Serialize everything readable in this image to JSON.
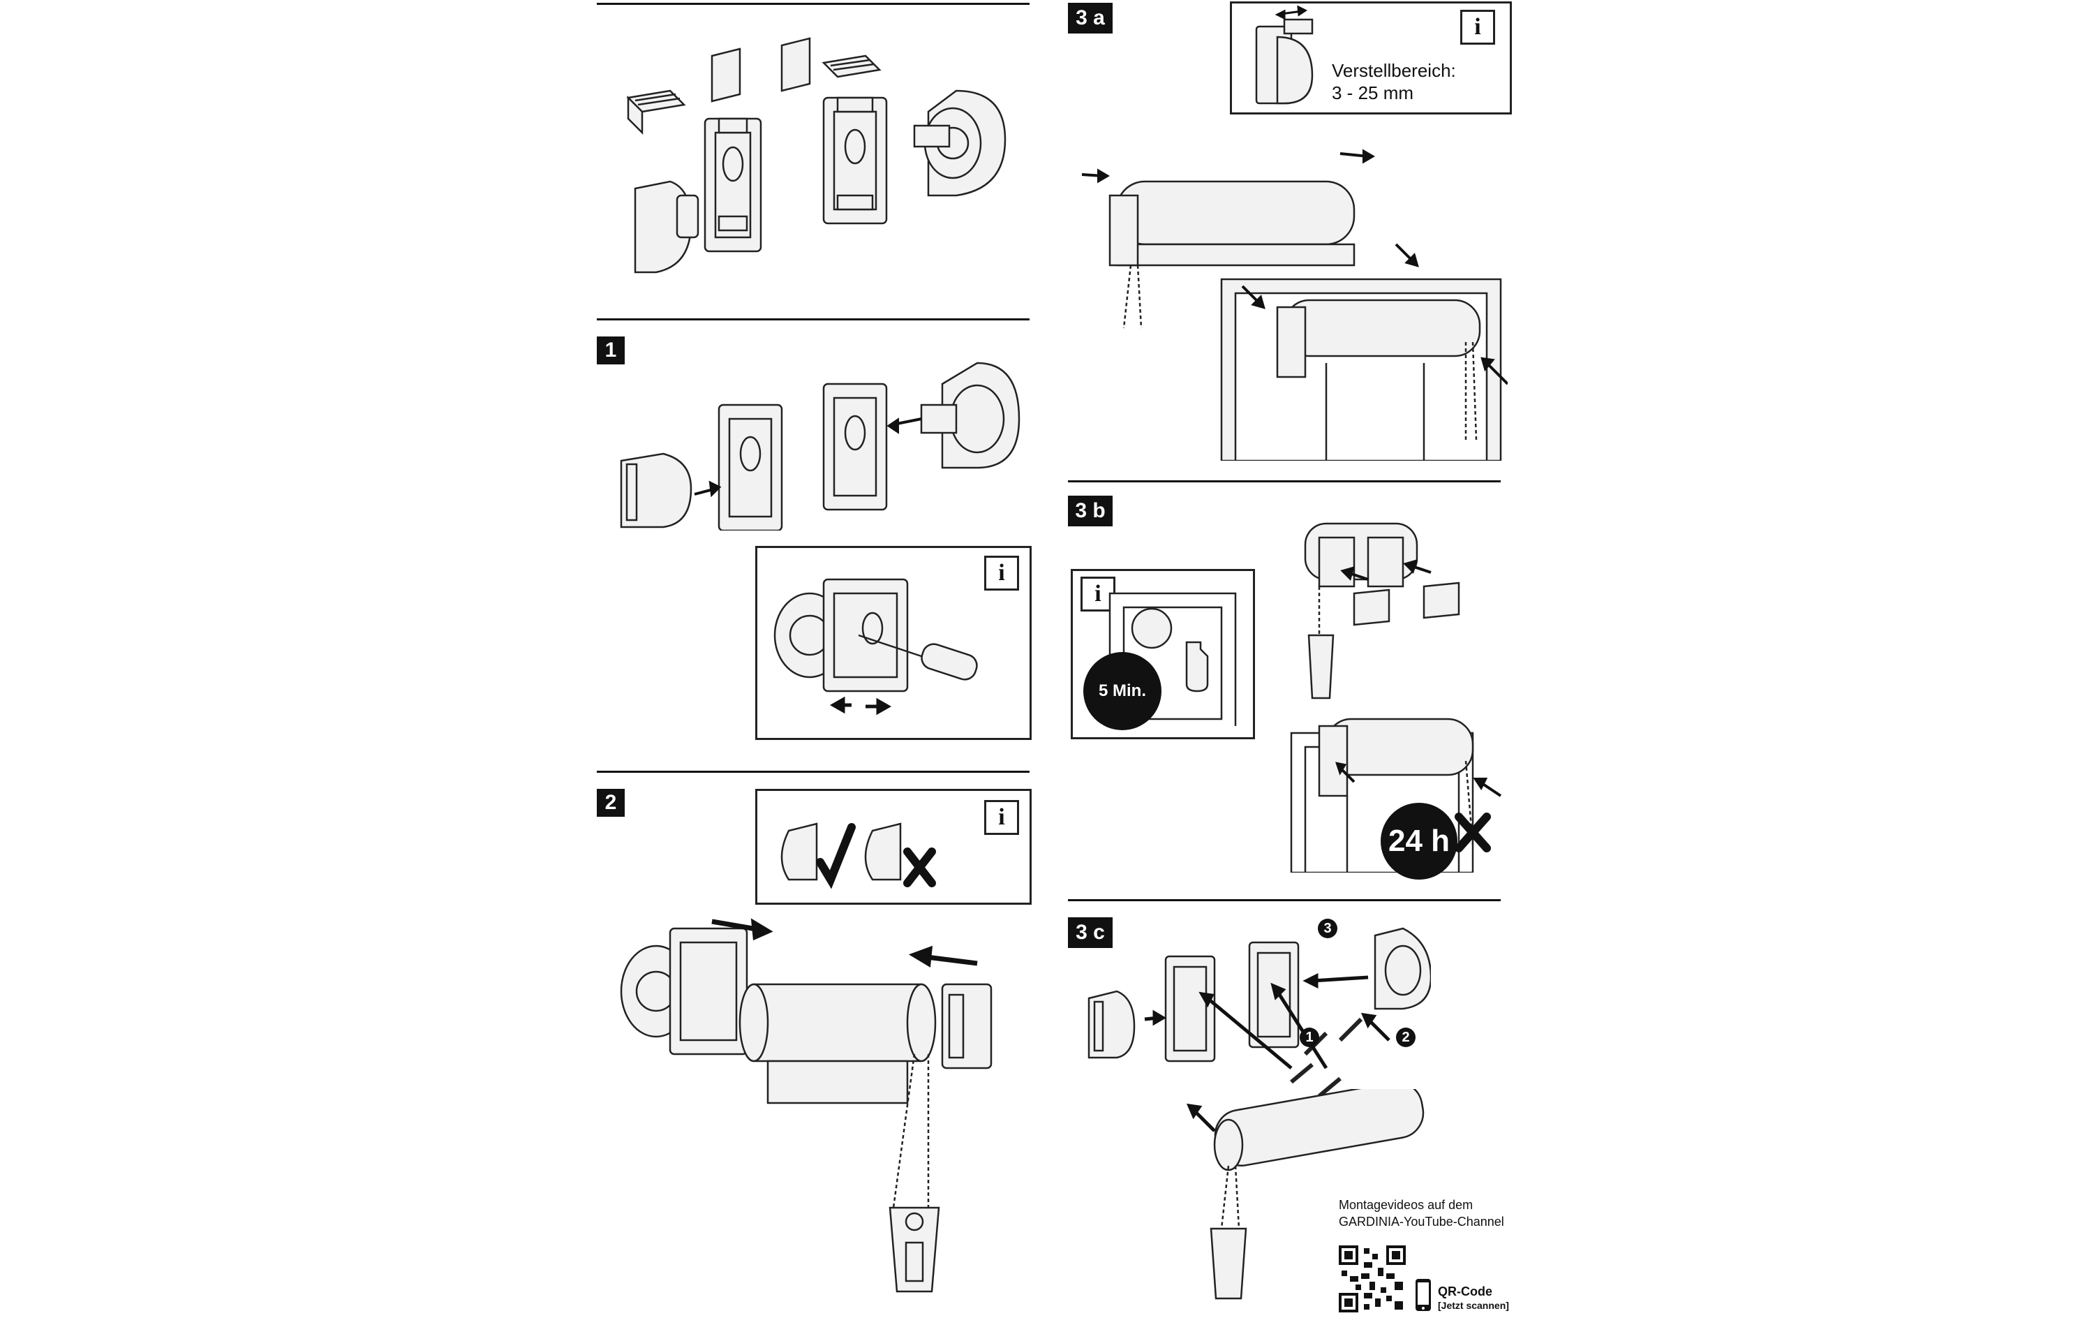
{
  "steps": {
    "s1": "1",
    "s2": "2",
    "s3a": "3 a",
    "s3b": "3 b",
    "s3c": "3 c"
  },
  "info_icon": "i",
  "box_3a": {
    "label": "Verstellbereich:",
    "range": "3 - 25 mm"
  },
  "badge_5min": "5 Min.",
  "badge_24h": "24 h",
  "step3c_numbers": [
    "1",
    "2",
    "3"
  ],
  "footer": {
    "line1": "Montagevideos auf dem",
    "line2": "GARDINIA-YouTube-Channel",
    "qr_title": "QR-Code",
    "qr_sub": "[Jetzt scannen]"
  }
}
